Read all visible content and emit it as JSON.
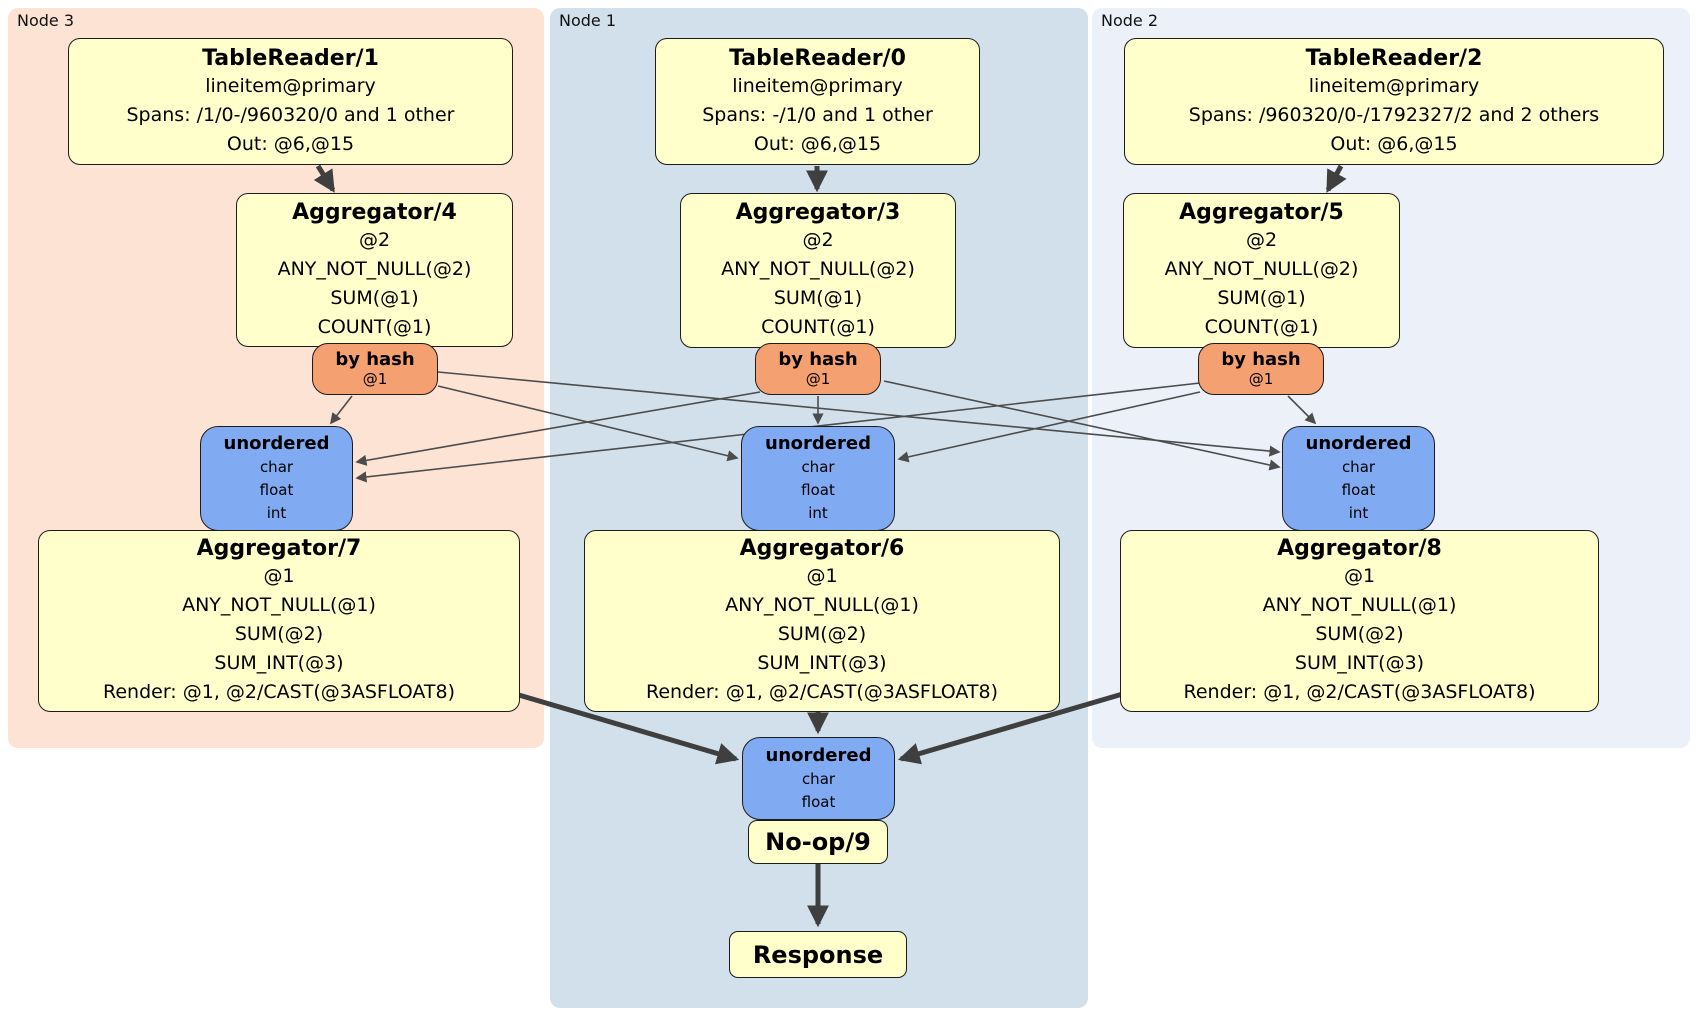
{
  "node_groups": {
    "node3": {
      "label": "Node 3"
    },
    "node1": {
      "label": "Node 1"
    },
    "node2": {
      "label": "Node 2"
    }
  },
  "boxes": {
    "tr1": {
      "title": "TableReader/1",
      "lines": [
        "lineitem@primary",
        "Spans: /1/0-/960320/0 and 1 other",
        "Out: @6,@15"
      ]
    },
    "tr0": {
      "title": "TableReader/0",
      "lines": [
        "lineitem@primary",
        "Spans: -/1/0 and 1 other",
        "Out: @6,@15"
      ]
    },
    "tr2": {
      "title": "TableReader/2",
      "lines": [
        "lineitem@primary",
        "Spans: /960320/0-/1792327/2 and 2 others",
        "Out: @6,@15"
      ]
    },
    "agg4": {
      "title": "Aggregator/4",
      "lines": [
        "@2",
        "ANY_NOT_NULL(@2)",
        "SUM(@1)",
        "COUNT(@1)"
      ]
    },
    "agg3": {
      "title": "Aggregator/3",
      "lines": [
        "@2",
        "ANY_NOT_NULL(@2)",
        "SUM(@1)",
        "COUNT(@1)"
      ]
    },
    "agg5": {
      "title": "Aggregator/5",
      "lines": [
        "@2",
        "ANY_NOT_NULL(@2)",
        "SUM(@1)",
        "COUNT(@1)"
      ]
    },
    "hash_left": {
      "title": "by hash",
      "lines": [
        "@1"
      ]
    },
    "hash_mid": {
      "title": "by hash",
      "lines": [
        "@1"
      ]
    },
    "hash_right": {
      "title": "by hash",
      "lines": [
        "@1"
      ]
    },
    "sync_left": {
      "title": "unordered",
      "lines": [
        "char",
        "float",
        "int"
      ]
    },
    "sync_mid": {
      "title": "unordered",
      "lines": [
        "char",
        "float",
        "int"
      ]
    },
    "sync_right": {
      "title": "unordered",
      "lines": [
        "char",
        "float",
        "int"
      ]
    },
    "agg7": {
      "title": "Aggregator/7",
      "lines": [
        "@1",
        "ANY_NOT_NULL(@1)",
        "SUM(@2)",
        "SUM_INT(@3)",
        "Render: @1, @2/CAST(@3ASFLOAT8)"
      ]
    },
    "agg6": {
      "title": "Aggregator/6",
      "lines": [
        "@1",
        "ANY_NOT_NULL(@1)",
        "SUM(@2)",
        "SUM_INT(@3)",
        "Render: @1, @2/CAST(@3ASFLOAT8)"
      ]
    },
    "agg8": {
      "title": "Aggregator/8",
      "lines": [
        "@1",
        "ANY_NOT_NULL(@1)",
        "SUM(@2)",
        "SUM_INT(@3)",
        "Render: @1, @2/CAST(@3ASFLOAT8)"
      ]
    },
    "sync_final": {
      "title": "unordered",
      "lines": [
        "char",
        "float"
      ]
    },
    "noop": {
      "title": "No-op/9"
    },
    "response": {
      "title": "Response"
    }
  },
  "colors": {
    "processor_fill": "#ffffcc",
    "router_fill": "#f5a071",
    "sync_fill": "#80aaf2",
    "node3_bg": "#fce3d4",
    "node1_bg": "#d1e0ea",
    "node2_bg": "#ebf0f9",
    "edge": "#3f3f3f"
  }
}
